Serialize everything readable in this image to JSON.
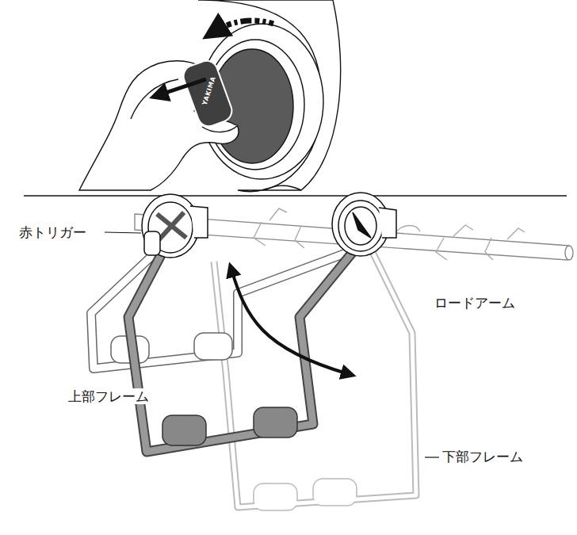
{
  "diagram": {
    "labels": [
      "YAKIMA",
      "赤トリガー",
      "ロードアーム",
      "上部フレーム",
      "下部フレーム"
    ]
  }
}
